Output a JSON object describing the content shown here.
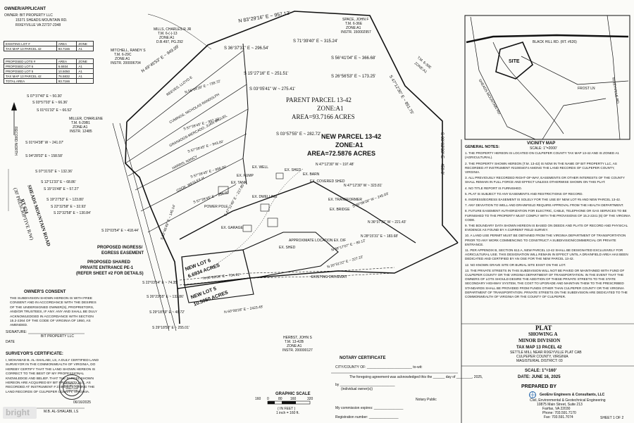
{
  "owner": {
    "heading": "OWNER/APPLICANT",
    "lines": [
      "OWNER: BIT PROPERTY LLC",
      "15371 SHEADS MOUNTAIN RD.",
      "RIXEYVILLE VA 22737-2348"
    ]
  },
  "lots_table": {
    "existing_header": [
      "EXISTING LOT #",
      "AREA",
      "ZONE"
    ],
    "existing_row": [
      "TAX MAP 13 PARCEL 42",
      "93.7166",
      "A1"
    ],
    "proposed_header": [
      "PROPOSED LOTS #",
      "AREA",
      "ZONE"
    ],
    "proposed_rows": [
      [
        "PROPOSED LOT 6",
        "6.6934",
        "A1"
      ],
      [
        "PROPOSED LOT 5",
        "10.5050",
        "A1"
      ],
      [
        "TAX MAP 13 PARCEL 42",
        "76.5832",
        "A1"
      ]
    ],
    "total": [
      "TOTAL AREA",
      "93.7166",
      ""
    ]
  },
  "north_label": "RECORD NORTH",
  "neighbors": {
    "mills": [
      "MILLS, CHARLES R JR",
      "T.M. 6-(-)-13",
      "ZONE:A1",
      "D.B.497, PG.292"
    ],
    "mitchell": [
      "MITCHELL, RANDY S",
      "T.M. 6-29C",
      "ZONE:A1",
      "INSTR. 200006704"
    ],
    "miller": [
      "MILLER, CHARLENE",
      "T.M. 6-29B1",
      "ZONE:A1",
      "INSTR. 12485"
    ],
    "space": [
      "SPACE, JOHN F",
      "T.M. 6-36E",
      "ZONE:A1",
      "INSTR. 150002957"
    ],
    "tm": [
      "T.M. 6-30E",
      "ZONE:A1"
    ],
    "herbst": [
      "HERBST, JOHN S",
      "T.M. 13-42B",
      "ZONE:A1",
      "INSTR. 200000127"
    ],
    "lots_col": [
      "REEVES, LLOYD E",
      "CUMINGS, NICHOLAS RANDOLPH",
      "GRANADOS-MERCADO, JUAN MIGUEL",
      "HARRIS, NANCY",
      "COOK, WESLEY H"
    ]
  },
  "bearings": {
    "north_line": "N 83°29'16\" E ~ 957.12'",
    "b1": "N 49°45'53\" E ~ 949.09'",
    "b2": "S 36°37'31\" E ~ 296.54'",
    "b3": "S 71°39'40\" E ~ 315.24'",
    "b4": "S 56°41'04\" E ~ 366.68'",
    "b5": "S 26°56'53\" E ~ 173.25'",
    "b6": "S 47°12'30\" E ~ 851.75'",
    "b7": "S 15°27'16\" E ~ 251.51'",
    "b8": "S 03°05'41\" W ~ 275.41'",
    "b9": "S 03°57'55\" E ~ 282.72'",
    "b10": "S 00°02'30\" E ~ 459.8'",
    "c1": "S 07°37'40\" E ~ 50.30'",
    "c2": "S 03°57'03\" E ~ 66.36'",
    "c3": "S 01°01'32\" E ~ 66.52'",
    "c4": "S 01°04'38\" W ~ 241.07'",
    "c5": "S 04°28'02\" E ~ 158.58'",
    "c6": "S 07°31'02\" E ~ 132.36'",
    "c7": "S 12°11'33\" E ~ 68.86'",
    "c8": "S 15°15'48\" E ~ 57.27'",
    "c9": "S 19°27'53\" E ~ 123.80'",
    "c10": "S 22°32'58\" E ~ 32.93'",
    "c11": "S 22°32'58\" E ~ 130.84'",
    "c12": "S 22°03'54\" E ~ 418.44'",
    "c13": "S 22°03'54\" E ~ 74.35'",
    "c14": "S 26°23'55\" E ~ 132.86'",
    "c15": "S 29°18'59\" E ~ 48.72'",
    "c16": "S 29°18'59\" E ~ 255.01'",
    "r1": "N 56°04'39\" E ~ 739.72'",
    "r2": "S 57°28'45\" E ~ 997.15'",
    "r3": "S 57°28'45\" E ~ 943.00'",
    "r4": "S 57°28'45\" E ~ 898.00'",
    "r5": "S 57°28'45\" E ~ 858.00'",
    "i1": "N 47°12'30\" W ~ 197.48'",
    "i2": "N 47°12'30\" W ~ 323.81'",
    "i3": "S 60°08'28\" W ~ 245.03'",
    "i4": "N 36°37'31\" W ~ 221.43'",
    "i5": "N 28°15'31\" E ~ 183.68'",
    "i6": "N 38°17'07\" E ~ 80.12'",
    "i7": "N 20°31'22\" E ~ 227.22'",
    "i8": "S 02°46'49\" E ~ 145.14'",
    "i9": "S 47°11'45\" E ~ 217.85'",
    "i10": "N 60°08'28\" E ~ 2423.45'",
    "i11": "N 60°08'28\" E ~ 734.61'"
  },
  "parcels": {
    "parent": [
      "PARENT PARCEL 13-42",
      "ZONE:A1",
      "AREA=93.7166 ACRES"
    ],
    "new": [
      "NEW PARCEL 13-42",
      "ZONE:A1",
      "AREA=72.5876 ACRES"
    ],
    "lot6": [
      "NEW LOT 6",
      "6.6934 ACRES"
    ],
    "lot5": [
      "NEW LOT 5",
      "10.5050 ACRES"
    ]
  },
  "road": [
    "SHEADS MOUNTAIN ROAD",
    "RT 624",
    "(30' PRESCRIPTIVE R/W)"
  ],
  "features": {
    "easement": [
      "PROPOSED INGRESS/",
      "EGRESS EASEMENT"
    ],
    "entrance": [
      "PROPOSED SHARED",
      "PRIVATE ENTRANCE PE-1",
      "(REFER SHEET #2 FOR DETAILS)"
    ],
    "misc": [
      "EX. WELL",
      "EX. SHED",
      "EX. BARN",
      "EX. COVERED SHED",
      "EX. TANK",
      "EX. PUMP",
      "EX. GARAGE",
      "EX. DWELLING",
      "EX. TRANSFORMER",
      "EX. BRIDGE",
      "POWER POLE",
      "APPROXIMATE LOCATION EX. D/F",
      "EX. SHED",
      "EXISTING DRIVEWAY"
    ]
  },
  "vicinity": {
    "road": "BLACK HILL RD. (RT. #626)",
    "site": "SITE",
    "road2": "SHEADS MOUNTAIN RD.",
    "road3": "FROST LN",
    "road4": "RIXEYVILLE RD",
    "caption": "VICINITY MAP",
    "scale": "SCALE: 1\"=2000'"
  },
  "general_notes": {
    "title": "GENERAL NOTES:",
    "items": [
      "1. THE PROPERTY HEREON IS LOCATED ON CULPEPER COUNTY TAX MAP 13-42 AND IS ZONED A1 (AGRICULTURAL).",
      "2. THE PROPERTY SHOWN HEREON (T.M. 13-42) IS NOW IN THE NAME OF BIT PROPERTY LLC, AS RECORDED AT INSTRUMENT #210004074 AMONG THE LAND RECORDS OF CULPEPER COUNTY, VIRGINIA.",
      "3. ALL PREVIOUSLY RECORDED RIGHT-OF-WAY, EASEMENTS OR OTHER INTERESTS OF THE COUNTY SHALL REMAIN IN FULL FORCE AND EFFECT UNLESS OTHERWISE SHOWN ON THIS PLAT.",
      "4. NO TITLE REPORT IS FURNISHED.",
      "5. PLAT IS SUBJECT TO ANY EASEMENTS AND RESTRICTIONS OF RECORD.",
      "6. INGRESS/EGRESS EASEMENT IS SOLELY FOR THE USE BY NEW LOT #5 AND NEW PARCEL 13-42.",
      "7. ANY DEVIATION TO WELL AND DRAINFIELD REQUIRE APPROVAL FROM THE HEALTH DEPARTMENT.",
      "8. FUTURE EASEMENT AUTHORIZATION FOR ELECTRIC, CABLE, TELEPHONE OR GAS SERVICES TO BE FURNISHED TO THE PROPERTY MUST COMPLY WITH THE PROVISIONS OF 15.2-2241 (6) OF THE VIRGINIA CODE.",
      "9. THE BOUNDARY DATA SHOWN HEREON IS BASED ON DEEDS AND PLATS OF RECORD AND PHYSICAL EVIDENCE AS FOUND BY A CURRENT FIELD SURVEY.",
      "10. A LAND USE PERMIT MUST BE OBTAINED FROM THE VIRGINIA DEPARTMENT OF TRANSPORTATION PRIOR TO ANY WORK COMMENCING TO CONSTRUCT A SUBDIVISION/COMMERCIAL OR PRIVATE ENTRANCE.",
      "11. PER APPENDIX B, SECTION 612.A, NEW PARCEL 13-42 SHALL BE DESIGNATED EXCLUSIVELY FOR AGRICULTURAL USE. THIS DESIGNATION WILL REMAIN IN EFFECT UNTIL A DRAINFIELD AREA HAS BEEN DEDICATED AND CERTIFIED BY AN OSE FOR THE NEW PARCEL 13-42.",
      "12. NO KNOWN GRAVE SITE OR BURIAL SITE EXIST ON THE LOT.",
      "13. THE PRIVATE STREETS IN THIS SUBDIVISION WILL NOT BE PAVED OR MAINTAINED WITH FUND OF CULPEPER COUNTY OR THE VIRGINIA DEPARTMENT OF TRANSPORTATION. IN THE EVENT THAT THE OWNERS OF LOTS SHOULD DESIRE THE ADDITION OF THESE PRIVATE STREETS TO THE STATE SECONDARY HIGHWAY SYSTEM, THE COST TO UPGRADE AND MAINTAIN THEM TO THE PRESCRIBED STANDARDS SHALL BE PROVIDED FROM FUNDS OTHER THAN CULPEPER COUNTY OR THE VIRGINIA DEPARTMENT OF TRANSPORTATION. PRIVATE STREETS ON THE SUBDIVISION ARE DEDICATED TO THE COMMONWEALTH OF VIRGINIA OR THE COUNTY OF CULPEPER."
    ]
  },
  "title_block": {
    "l1": "PLAT",
    "l2": "SHOWING A",
    "l3": "MINOR DIVISION",
    "l4": "TAX MAP 13 PACEL 42",
    "l5": "SETTLE MILL NEAR RIXEYVILLE PLAT CAB",
    "l6": "CULPEPER COUNTY, VIRGINIA",
    "l7": "MAGISTERIAL DISTRICT: 03",
    "scale": "SCALE: 1\"=160'",
    "date": "DATE: JUNE 16, 2025",
    "prepared": "PREPARED BY",
    "firm": "GeoEnv Engineers & Consultants, LLC",
    "firm_lines": [
      "Civil, Environmental & Geotechnical Engineering",
      "10875 Main Street, Suite 213",
      "Fairfax, VA 22030",
      "Phone: 703.591.7170",
      "Fax: 703.591.7074"
    ],
    "sheet": "SHEET 1 OF 2"
  },
  "consent": {
    "heading": "OWNER'S CONSENT",
    "text": "THE SUBDIVISION SHOWN HEREON IS WITH FREE CONSENT AND IN ACCORDANCE WITH THE DESIRES OF THE UNDERSIGNED OWNER(S), PROPRIETORS, AND/OR TRUSTEES, IF ANY. ANY AND SHALL BE DULY ACKNOWLEDGED IN ACCORDANCE WITH SECTION 15.2-2264 OF THE CODE OF VIRGINIA OF 1950, AS AMENDED.",
    "signature": "SIGNATURE:",
    "signer": "BIT PROPERTY LLC",
    "date": "DATE"
  },
  "surveyor": {
    "heading": "SURVEYOR'S CERTIFICATE:",
    "text": "I, MOHAMAD B. AL-SHALABI, LS, A DULY CERTIFIED LAND SURVEYOR IN THE COMMONWEALTH OF VIRGINIA, DO HEREBY CERTIFY THAT THE LAND SHOWN HEREON IS CORRECT TO THE BEST OF MY PROFESSIONAL KNOWLEDGE AND BELIEF. THAT THE PARCEL SHOWN HEREON ARE ACQUIRED BY BIT PROPERTY LLC, AS RECORDED AT INSTRUMENT # 210004074 AMONG THE LAND RECORDS OF CULPEPER COUNTY, VIRGINIA.",
    "seal": "MOHAMAD B. AL-SHALABI LIC NO. 003607 LAND SURVEYOR",
    "date": "06/16/2025",
    "name": "M.B. AL-SHALABI, LS"
  },
  "notary": {
    "heading": "NOTARY CERTIFICATE",
    "l1": "CITY/COUNTY OF: _______________________ to-wit:",
    "l2": "The foregoing agreement was acknowledged this the ______ day of ________, 2025,",
    "l3": "by ____________________________",
    "l4": "(individual owner(s))",
    "public": "Notary Public",
    "l5": "My commission expires: _______________",
    "l6": "Registration number: _______________"
  },
  "graphic_scale": {
    "title": "GRAPHIC SCALE",
    "ticks": [
      "160",
      "0",
      "80",
      "160",
      "320"
    ],
    "units": "( IN FEET )",
    "inch": "1 inch = 160 ft."
  },
  "watermark": "bright"
}
